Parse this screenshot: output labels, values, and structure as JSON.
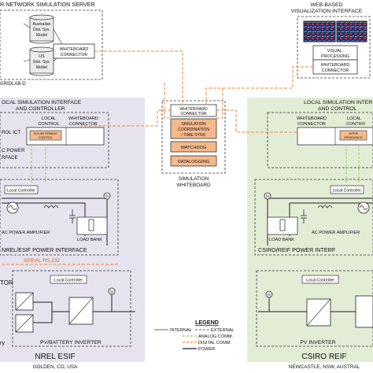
{
  "server": {
    "title": "R NETWORK SIMULATION SERVER",
    "model_au": [
      "Australian",
      "Dist. Sys.",
      "Model"
    ],
    "model_us": [
      "US",
      "Dist. Sys.",
      "Model"
    ],
    "wb_connector": [
      "WHITEBOARD",
      "CONNECTOR"
    ],
    "gridlab": "GRIDLAB-D"
  },
  "web": {
    "title": [
      "WEB-BASED",
      "VISUALIZATION INTERFACE"
    ],
    "processing": [
      "VISUAL.",
      "PROCESSING"
    ],
    "wb_connector": [
      "WHITEBOARD",
      "CONNECTOR"
    ]
  },
  "whiteboard": {
    "connector": [
      "WHITEBOARD",
      "CONNECTOR"
    ],
    "coordination": [
      "SIMULATION",
      "COORDINATION",
      "/ TIME SYNC"
    ],
    "watchdog": "WATCHDOG",
    "datalogging": "DATALOGGING",
    "label": [
      "SIMULATION",
      "WHITEBOARD"
    ]
  },
  "nrel": {
    "lsi_title": [
      "OCAL SIMULATION INTERFACE",
      "AND CONTROLLER"
    ],
    "local_control": [
      "LOCAL",
      "CONTROL"
    ],
    "wb_connector": [
      "WHITEBOARD",
      "CONNECTOR"
    ],
    "rol_ict": "ROL ICT",
    "solar_firming": [
      "SOLAR FIRMING",
      "CONTROL"
    ],
    "power_interface_side": [
      "C POWER",
      "RFACE"
    ],
    "local_controller": "Local Controller",
    "ac_amp": "AC POWER AMPLIFIER",
    "load_bank": "LOAD BANK",
    "esif_power_interface": "NREL/ESIF POWER INTERFACE",
    "serial": "SERIAL RS-232",
    "left_label": "TOR",
    "inverter_controller": "Local Controller",
    "inverter": "PV/BATTERY INVERTER",
    "site": "NREL ESIF",
    "location": "GOLDEN, CO, USA",
    "bottom_left": "ry"
  },
  "csiro": {
    "lsi_title": [
      "LOCAL SIMULATION INTER",
      "AND CONTROL"
    ],
    "wb_connector": [
      "WHITEBOARD",
      "CONNECTOR"
    ],
    "local_control": [
      "LOCAL",
      "CONTRO"
    ],
    "inter_irradiance": [
      "INTER",
      "IRRADIANCE"
    ],
    "ac_amp": "AC POWER AMPLIFIER",
    "load_bank": "LOAD BANK",
    "reif_power_interface": "CSIRO/REIF POWER INTERF",
    "local_controller": "Local Controller",
    "inverter": "PV INVERTER",
    "site": "CSIRO REIF",
    "location": "NEWCASTLE, NSW, AUSTRAL"
  },
  "legend": {
    "title": "LEGEND",
    "internal": "INTERNAL",
    "external": "EXTERNAL",
    "analog": "ANALOG COMM.",
    "digital": "DIGITAL COMM.",
    "power": "POWER"
  },
  "meters": {
    "m": "M"
  },
  "colors": {
    "nrel_bg": "#e6e3ee",
    "csiro_bg": "#e3edd6",
    "orange_box": "#f5b98c",
    "orange_line": "#f08a3c",
    "green_line": "#9cc86a"
  }
}
